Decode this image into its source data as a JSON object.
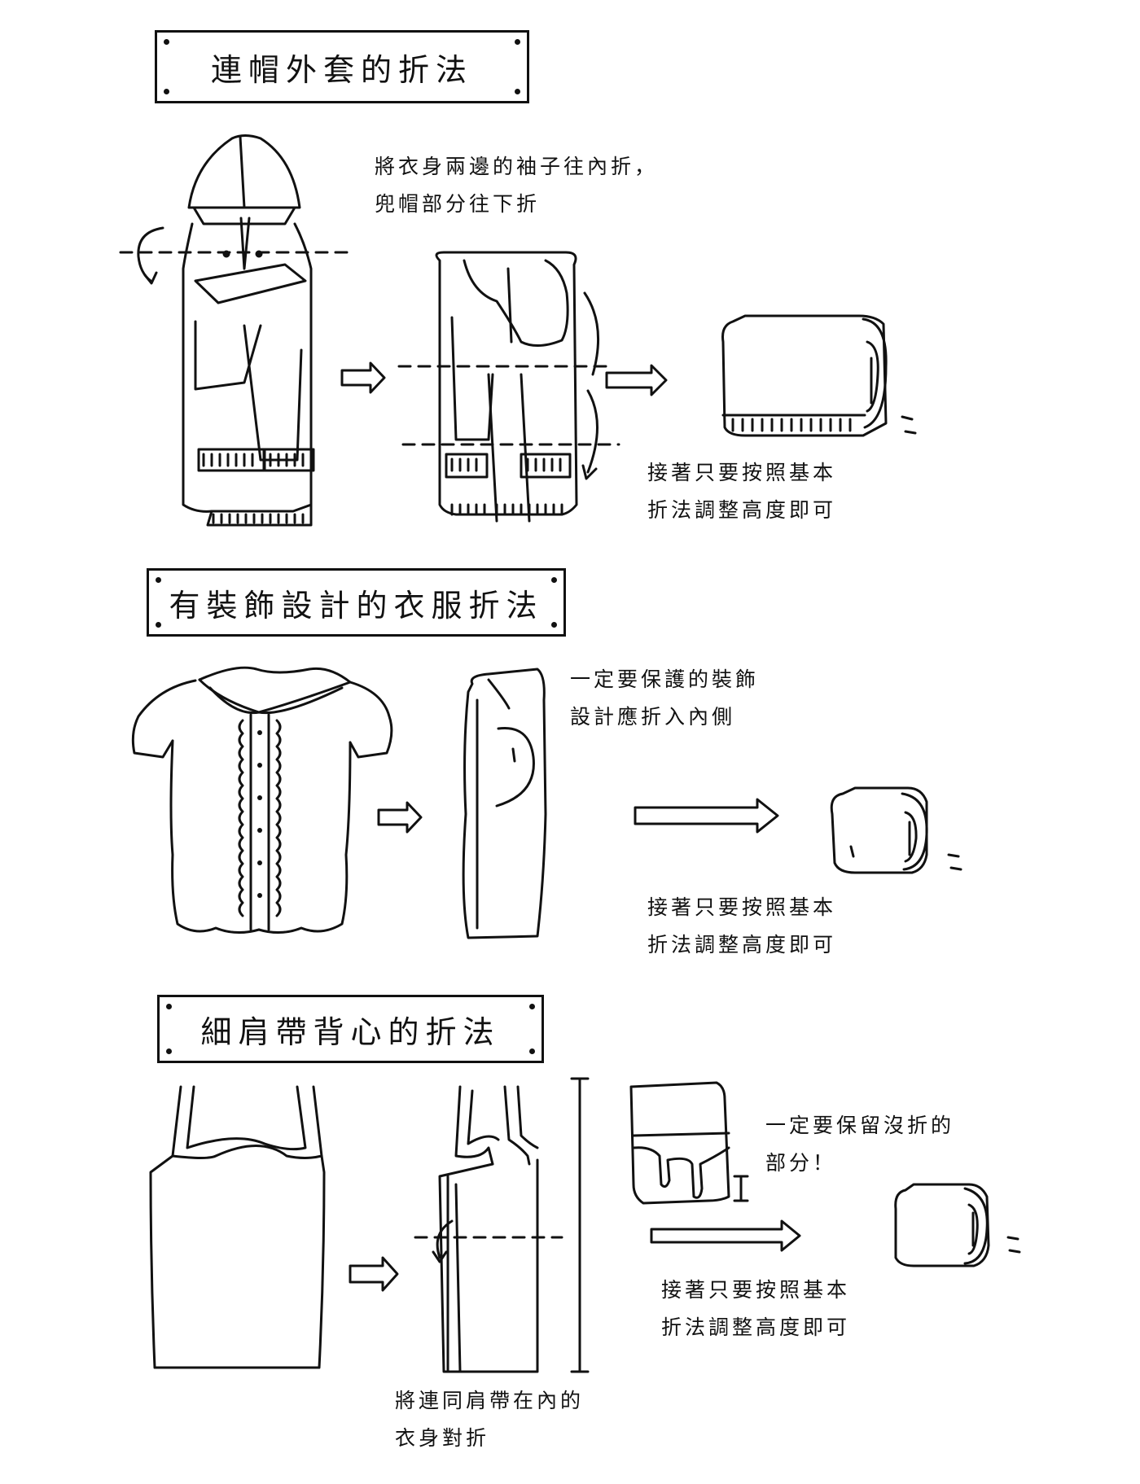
{
  "sections": [
    {
      "title": "連帽外套的折法",
      "note_lines": [
        "將衣身兩邊的袖子往內折，",
        "兜帽部分往下折"
      ],
      "followup_lines": [
        "接著只要按照基本",
        "折法調整高度即可"
      ]
    },
    {
      "title": "有裝飾設計的衣服折法",
      "note_lines": [
        "一定要保護的裝飾",
        "設計應折入內側"
      ],
      "followup_lines": [
        "接著只要按照基本",
        "折法調整高度即可"
      ]
    },
    {
      "title": "細肩帶背心的折法",
      "note_lines": [
        "一定要保留沒折的",
        "部分！"
      ],
      "followup_lines": [
        "接著只要按照基本",
        "折法調整高度即可"
      ],
      "bottom_lines": [
        "將連同肩帶在內的",
        "衣身對折"
      ]
    }
  ],
  "colors": {
    "ink": "#111111",
    "paper": "#ffffff"
  },
  "icons": [
    "arrow-right-icon",
    "curved-arrow-icon",
    "fold-line"
  ]
}
